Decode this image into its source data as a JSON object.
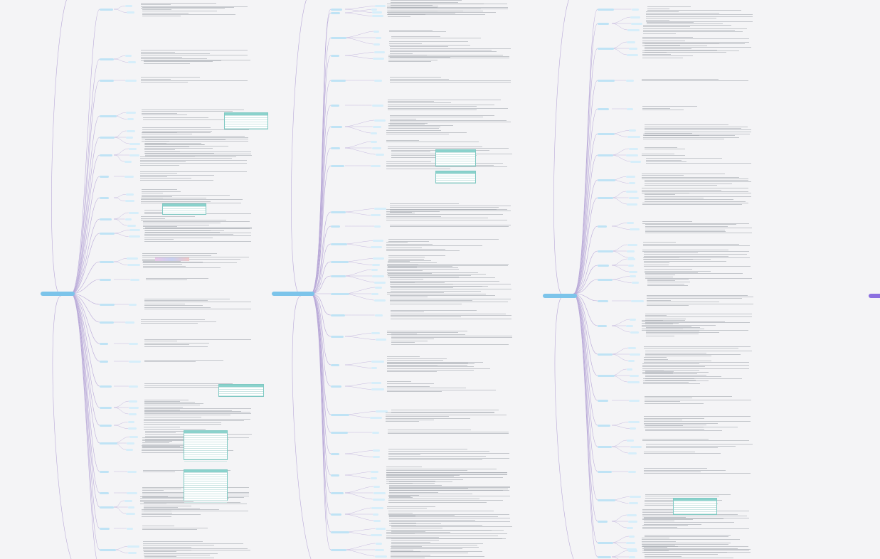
{
  "colors": {
    "background": "#f4f4f6",
    "root_fill": "#7cc4ea",
    "root_fill_alt": "#8b6fe0",
    "branch_line": "#b9a9d8",
    "branch_text": "#2a6aa8",
    "node_pill": "#bfe3f5",
    "text_line": "#9aa0a8",
    "table_accent": "#8ad2cc"
  },
  "mindmaps": [
    {
      "label": "",
      "nodes": 28
    },
    {
      "label": "",
      "nodes": 26
    },
    {
      "label": "",
      "nodes": 24
    },
    {
      "label": "",
      "nodes": 2
    }
  ]
}
